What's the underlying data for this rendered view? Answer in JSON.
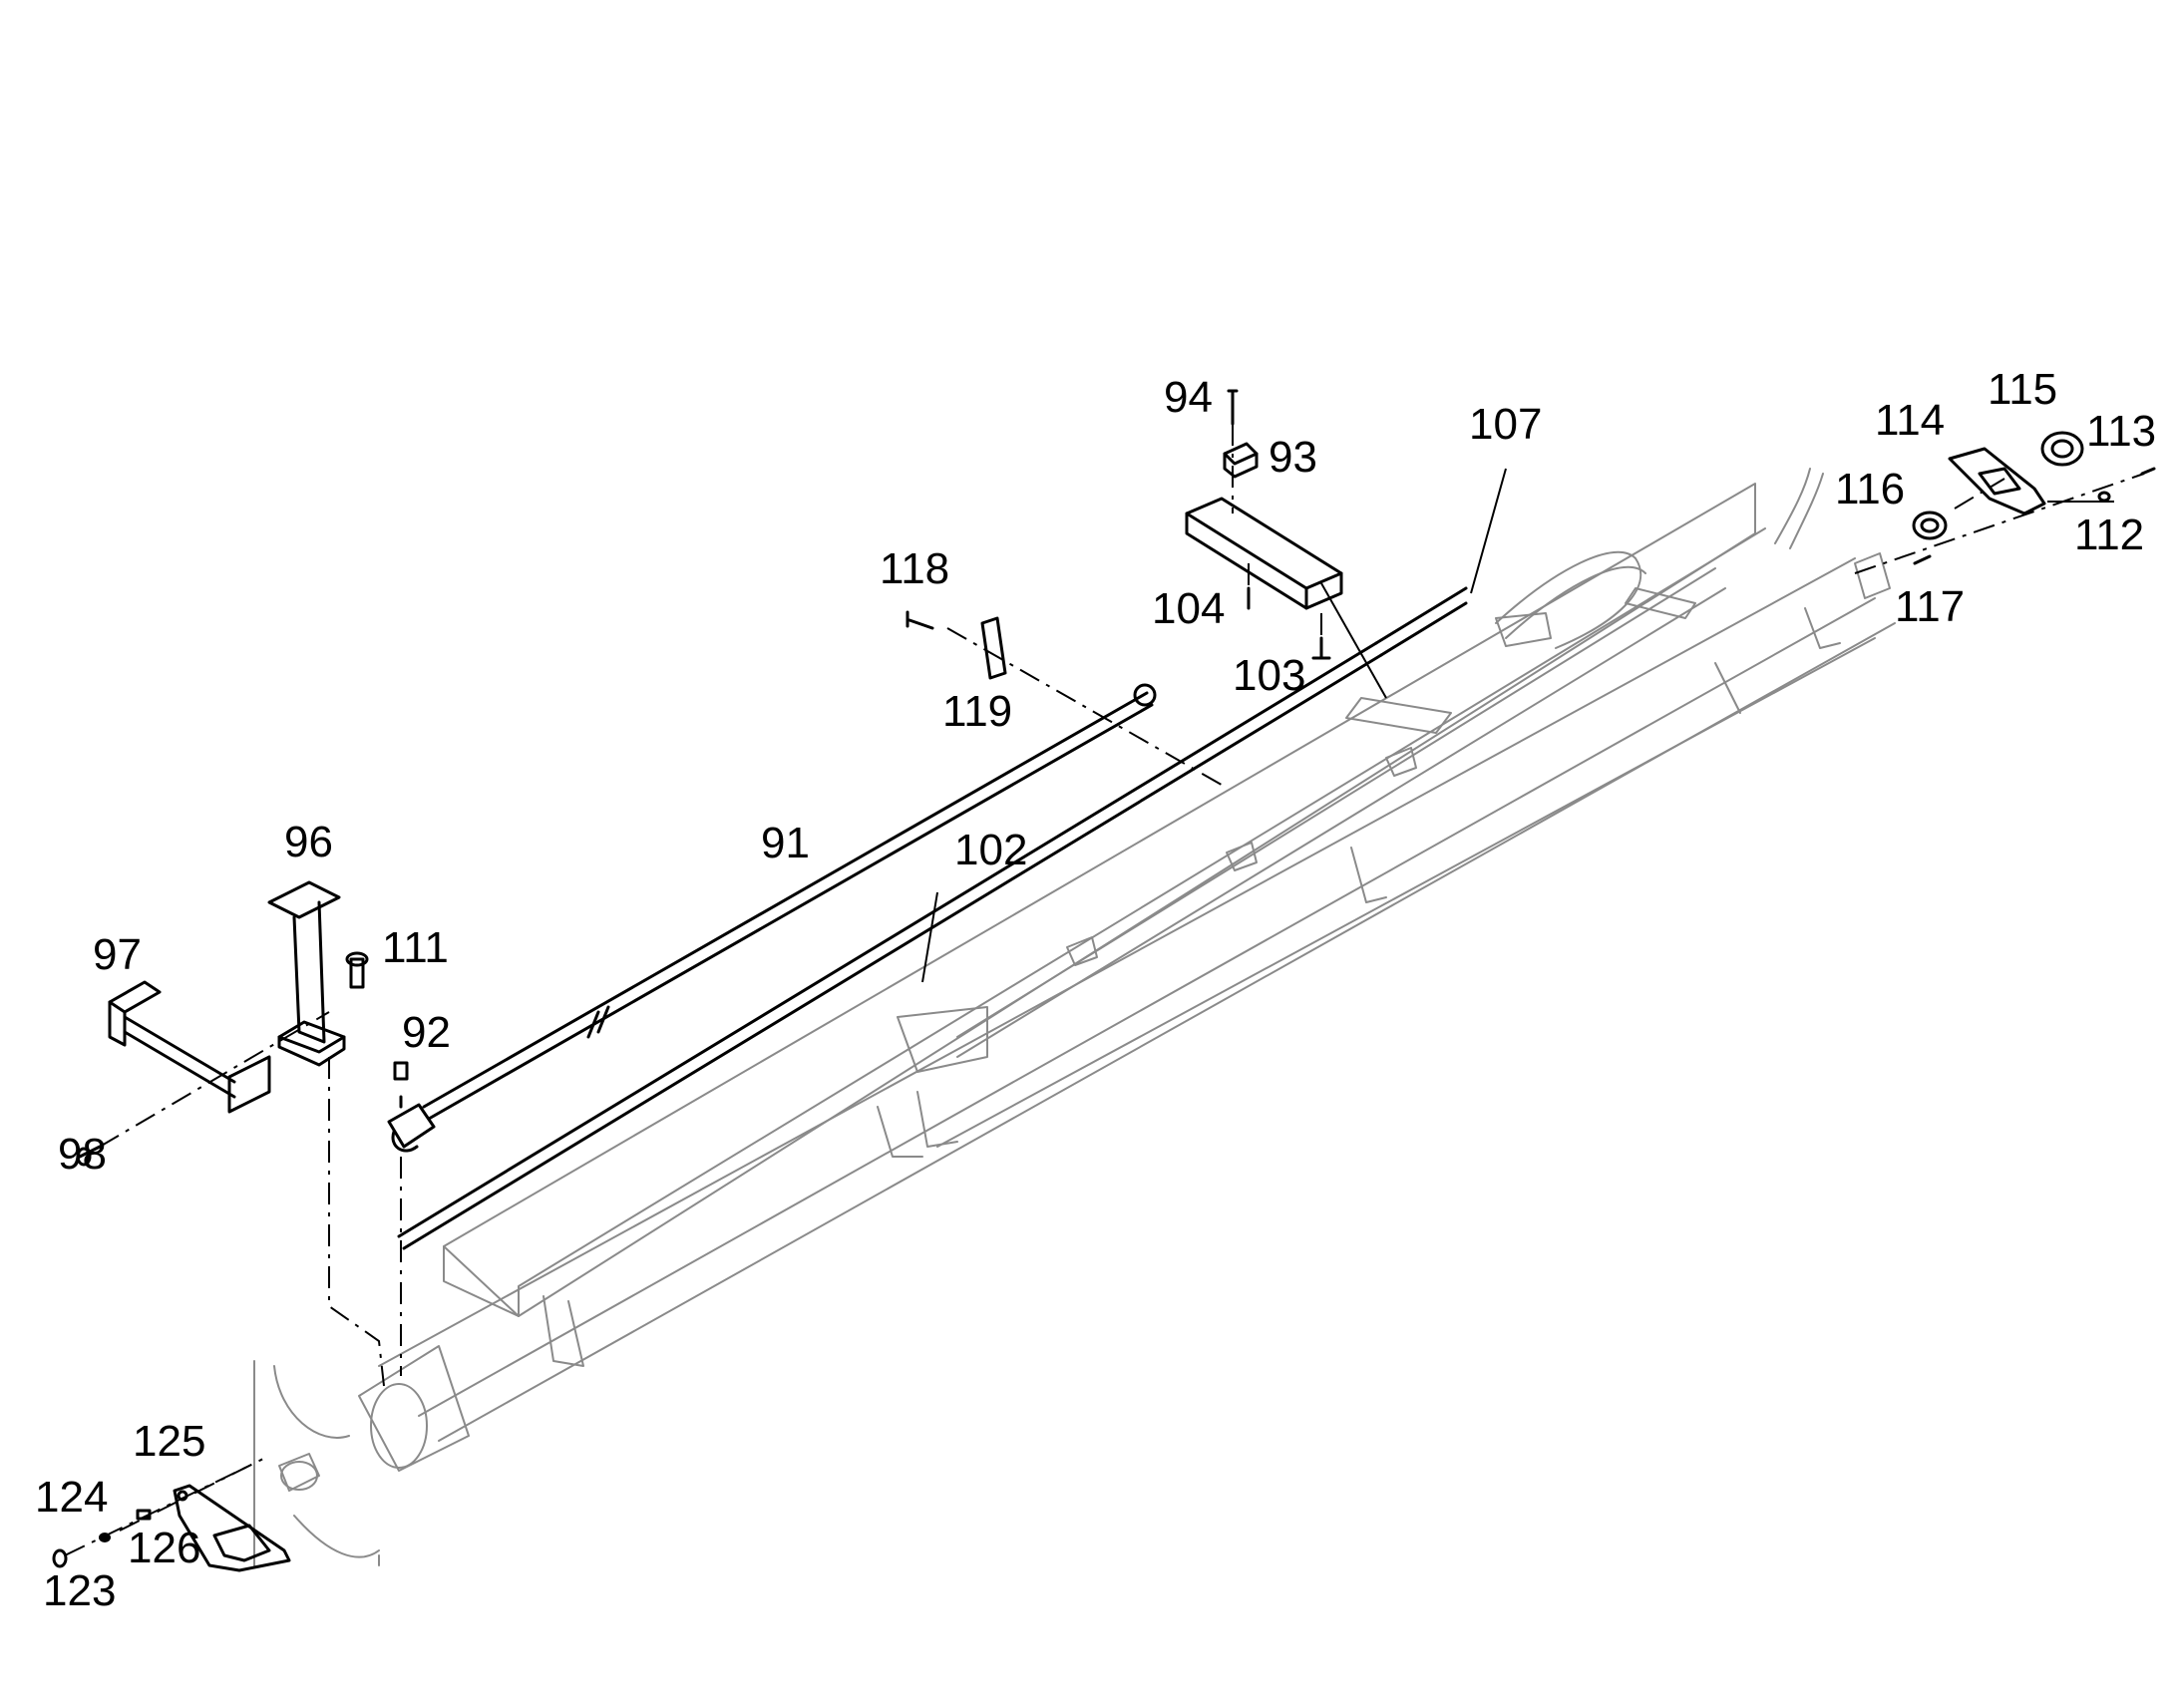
{
  "callouts": [
    {
      "id": "91",
      "text": "91"
    },
    {
      "id": "92",
      "text": "92"
    },
    {
      "id": "93",
      "text": "93"
    },
    {
      "id": "94",
      "text": "94"
    },
    {
      "id": "96",
      "text": "96"
    },
    {
      "id": "97",
      "text": "97"
    },
    {
      "id": "98",
      "text": "98"
    },
    {
      "id": "102",
      "text": "102"
    },
    {
      "id": "103",
      "text": "103"
    },
    {
      "id": "104",
      "text": "104"
    },
    {
      "id": "107",
      "text": "107"
    },
    {
      "id": "111",
      "text": "111"
    },
    {
      "id": "112",
      "text": "112"
    },
    {
      "id": "113",
      "text": "113"
    },
    {
      "id": "114",
      "text": "114"
    },
    {
      "id": "115",
      "text": "115"
    },
    {
      "id": "116",
      "text": "116"
    },
    {
      "id": "117",
      "text": "117"
    },
    {
      "id": "118",
      "text": "118"
    },
    {
      "id": "119",
      "text": "119"
    },
    {
      "id": "123",
      "text": "123"
    },
    {
      "id": "124",
      "text": "124"
    },
    {
      "id": "125",
      "text": "125"
    },
    {
      "id": "126",
      "text": "126"
    }
  ]
}
